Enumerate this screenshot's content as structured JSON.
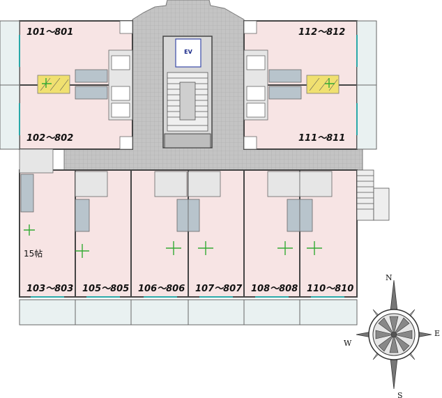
{
  "units": {
    "u101": "101～801",
    "u112": "112～812",
    "u102": "102～802",
    "u111": "111～811",
    "u103": "103～803",
    "u105": "105～805",
    "u106": "106～806",
    "u107": "107～807",
    "u108": "108～808",
    "u110": "110～810"
  },
  "room_size": "15帖",
  "elevator": "EV",
  "compass": {
    "n": "N",
    "s": "S",
    "e": "E",
    "w": "W"
  },
  "colors": {
    "room": "#f7e4e4",
    "corridor": "#c8c8c8",
    "wall": "#555555",
    "balcony": "#e9f1f1",
    "window": "#2aa8a8",
    "door_marker": "#33aa33",
    "fixture": "#b8c4cc",
    "closet": "#f0e070"
  }
}
